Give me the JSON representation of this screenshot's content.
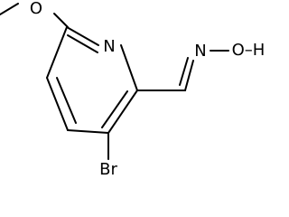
{
  "molecule": {
    "atoms": {
      "nitrogen_ring": "N",
      "bromine": "Br",
      "methoxy_oxygen": "O",
      "oxime_nitrogen": "N",
      "oxime_oxygen_hydrogen": "O–H"
    }
  }
}
